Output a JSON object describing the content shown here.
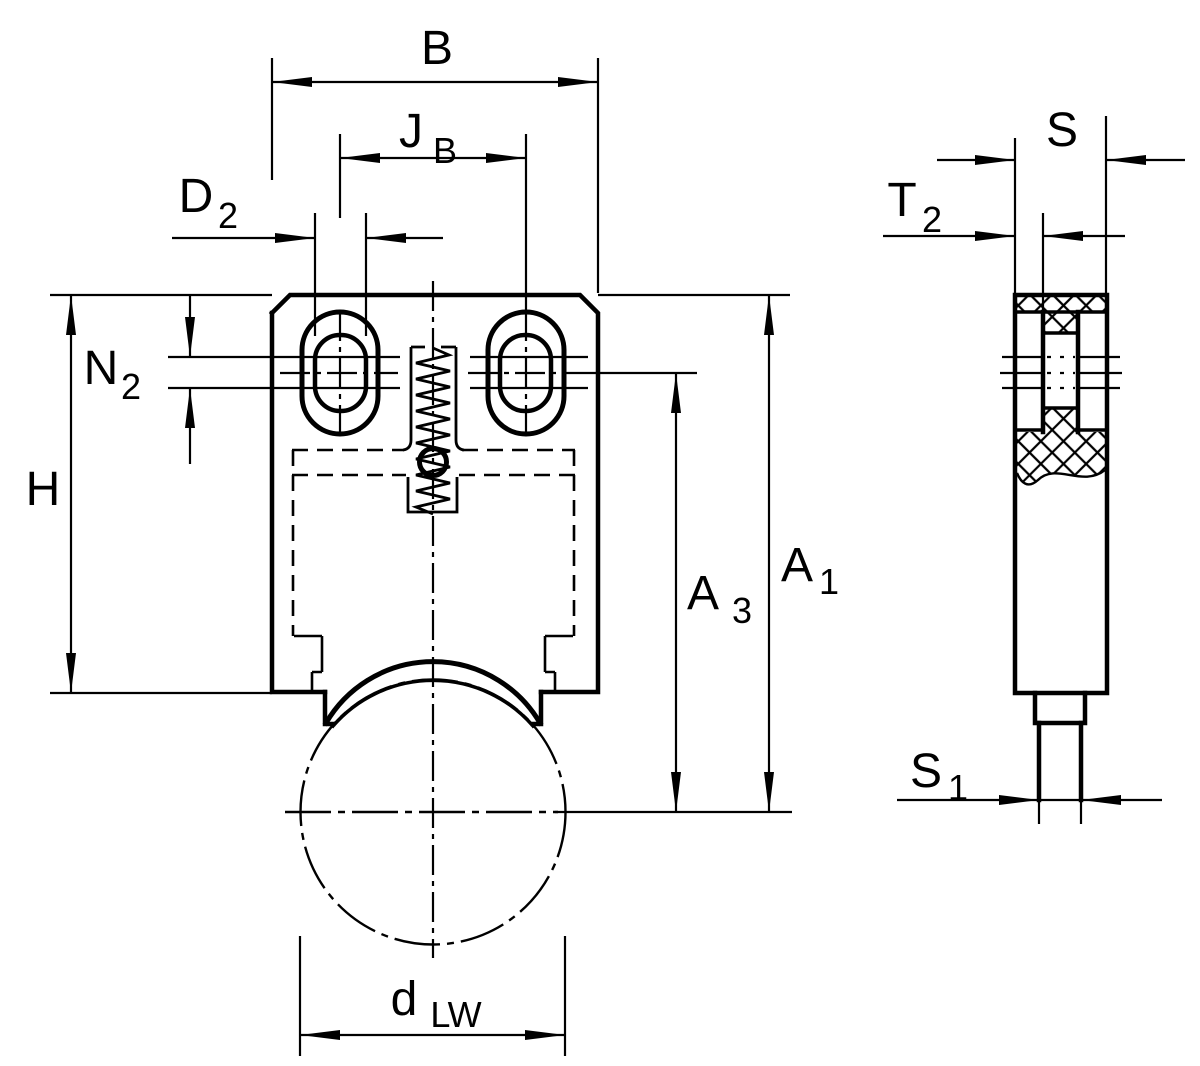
{
  "drawing": {
    "line_color": "#000000",
    "background_color": "#ffffff"
  },
  "labels": {
    "b": {
      "main": "B",
      "sub": ""
    },
    "jb": {
      "main": "J",
      "sub": "B"
    },
    "d2": {
      "main": "D",
      "sub": "2"
    },
    "n2": {
      "main": "N",
      "sub": "2"
    },
    "h": {
      "main": "H",
      "sub": ""
    },
    "a3": {
      "main": "A",
      "sub": "3"
    },
    "a1": {
      "main": "A",
      "sub": "1"
    },
    "dlw": {
      "main": "d",
      "sub": "LW"
    },
    "s": {
      "main": "S",
      "sub": ""
    },
    "t2": {
      "main": "T",
      "sub": "2"
    },
    "s1": {
      "main": "S",
      "sub": "1"
    }
  }
}
